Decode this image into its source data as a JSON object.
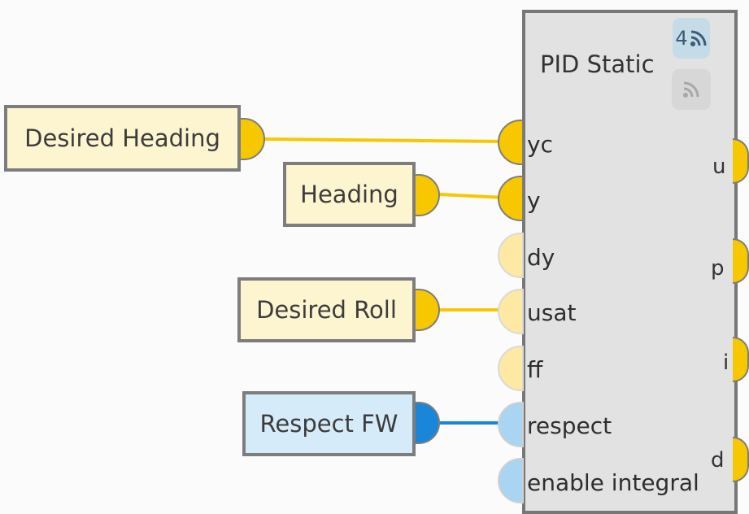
{
  "sources": [
    {
      "label": "Desired Heading",
      "kind": "yellow"
    },
    {
      "label": "Heading",
      "kind": "yellow"
    },
    {
      "label": "Desired Roll",
      "kind": "yellow"
    },
    {
      "label": "Respect FW",
      "kind": "blue"
    }
  ],
  "block": {
    "title": "PID Static",
    "badge_count": "4",
    "badge_count_icon": "rss-feed-icon",
    "badge_feed_icon": "rss-feed-icon",
    "inputs": [
      "yc",
      "y",
      "dy",
      "usat",
      "ff",
      "respect",
      "enable integral"
    ],
    "outputs": [
      "u",
      "p",
      "i",
      "d"
    ]
  },
  "colors": {
    "port_yellow": "#f7c800",
    "port_yellow_inactive": "#fde9a3",
    "port_blue": "#1a86d9",
    "port_blue_inactive": "#a9d4f2",
    "wire_yellow": "#f7c800",
    "wire_blue": "#1a86d9"
  }
}
